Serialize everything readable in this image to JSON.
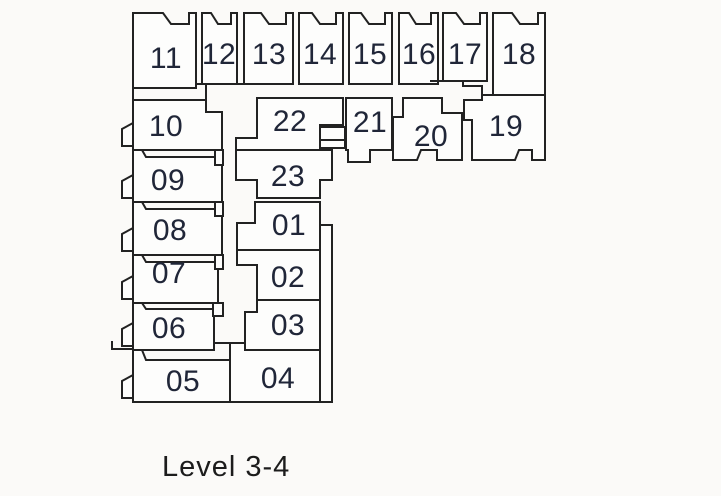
{
  "page": {
    "background": "#fbfaf8",
    "caption": "Level 3-4"
  },
  "floorplan": {
    "line_color": "#222222",
    "label_color": "#202638",
    "unit_fill": "#fdfdfc",
    "units": [
      {
        "id": "01",
        "label": "01"
      },
      {
        "id": "02",
        "label": "02"
      },
      {
        "id": "03",
        "label": "03"
      },
      {
        "id": "04",
        "label": "04"
      },
      {
        "id": "05",
        "label": "05"
      },
      {
        "id": "06",
        "label": "06"
      },
      {
        "id": "07",
        "label": "07"
      },
      {
        "id": "08",
        "label": "08"
      },
      {
        "id": "09",
        "label": "09"
      },
      {
        "id": "10",
        "label": "10"
      },
      {
        "id": "11",
        "label": "11"
      },
      {
        "id": "12",
        "label": "12"
      },
      {
        "id": "13",
        "label": "13"
      },
      {
        "id": "14",
        "label": "14"
      },
      {
        "id": "15",
        "label": "15"
      },
      {
        "id": "16",
        "label": "16"
      },
      {
        "id": "17",
        "label": "17"
      },
      {
        "id": "18",
        "label": "18"
      },
      {
        "id": "19",
        "label": "19"
      },
      {
        "id": "20",
        "label": "20"
      },
      {
        "id": "21",
        "label": "21"
      },
      {
        "id": "22",
        "label": "22"
      },
      {
        "id": "23",
        "label": "23"
      }
    ]
  }
}
